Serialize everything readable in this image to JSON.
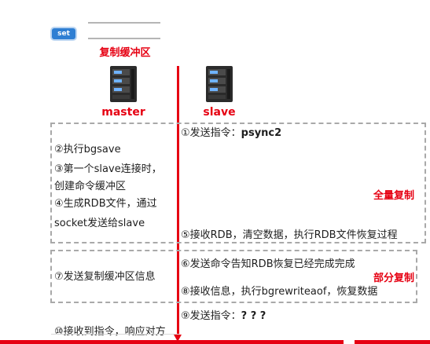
{
  "buffer": {
    "set_label": "set",
    "title": "复制缓冲区"
  },
  "nodes": {
    "master_label": "master",
    "slave_label": "slave"
  },
  "steps": {
    "s1_prefix": "①发送指令：",
    "s1_cmd": "psync2",
    "s2": "②执行bgsave",
    "s3_line1": "③第一个slave连接时，",
    "s3_line2": "创建命令缓冲区",
    "s4_line1": "④生成RDB文件，通过",
    "s4_line2": "socket发送给slave",
    "s5": "⑤接收RDB，清空数据，执行RDB文件恢复过程",
    "s6": "⑥发送命令告知RDB恢复已经完成完成",
    "s7": "⑦发送复制缓冲区信息",
    "s8": "⑧接收信息，执行bgrewriteaof，恢复数据",
    "s9_prefix": "⑨发送指令：",
    "s9_cmd": "? ? ?",
    "s10": "⑩接收到指令，响应对方"
  },
  "sections": {
    "full": "全量复制",
    "partial": "部分复制"
  },
  "colors": {
    "accent_red": "#e60012",
    "set_blue": "#2f7fd3",
    "dash_gray": "#a9a9a9"
  }
}
